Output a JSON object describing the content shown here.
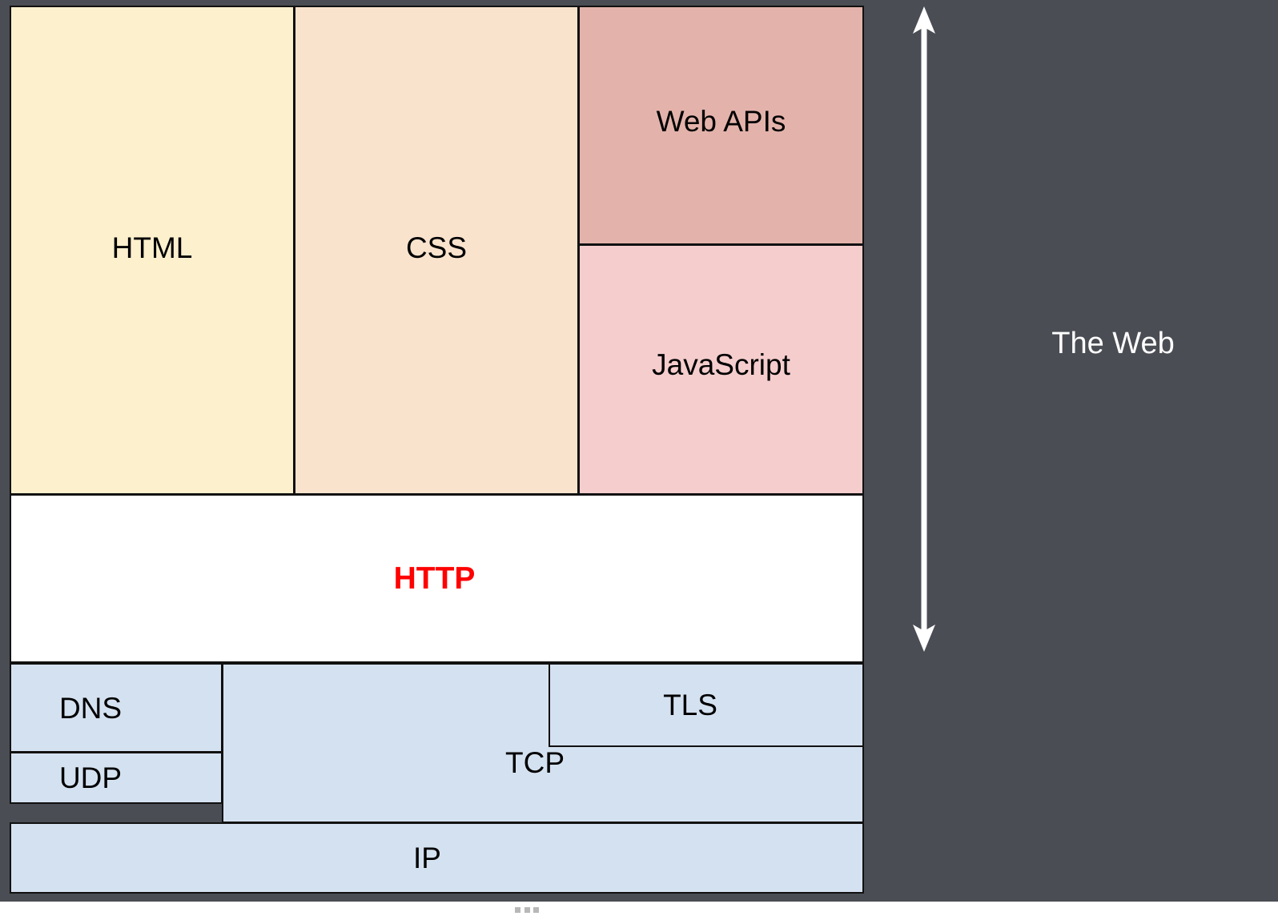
{
  "canvas": {
    "background_color": "#4a4d54",
    "page_background_color": "#ffffff"
  },
  "diagram": {
    "title_label": "The Web",
    "layers": [
      {
        "name": "presentation-layer",
        "boxes": [
          {
            "id": "html",
            "label": "HTML",
            "fill": "#FCF0CD",
            "text_color": "#000000"
          },
          {
            "id": "css",
            "label": "CSS",
            "fill": "#FAE3CD",
            "text_color": "#000000"
          },
          {
            "id": "webapis",
            "label": "Web APIs",
            "fill": "#E3B3AB",
            "text_color": "#000000"
          },
          {
            "id": "js",
            "label": "JavaScript",
            "fill": "#F5CDCD",
            "text_color": "#000000"
          }
        ]
      },
      {
        "name": "protocol-layer",
        "boxes": [
          {
            "id": "http",
            "label": "HTTP",
            "fill": "#FFFFFF",
            "text_color": "#FF0000",
            "bold": true
          }
        ]
      },
      {
        "name": "transport-network-layer",
        "boxes": [
          {
            "id": "dns",
            "label": "DNS",
            "fill": "#D4E1F0",
            "text_color": "#000000"
          },
          {
            "id": "udp",
            "label": "UDP",
            "fill": "#D4E1F0",
            "text_color": "#000000"
          },
          {
            "id": "tcp",
            "label": "TCP",
            "fill": "#D4E1F0",
            "text_color": "#000000"
          },
          {
            "id": "tls",
            "label": "TLS",
            "fill": "#D4E1F0",
            "text_color": "#000000"
          },
          {
            "id": "ip",
            "label": "IP",
            "fill": "#D4E1F0",
            "text_color": "#000000"
          }
        ]
      }
    ],
    "scope_arrow": {
      "icon": "double-headed-vertical-arrow-icon",
      "color": "#ffffff",
      "spans_label": "The Web"
    },
    "border_color": "#111111"
  },
  "resize_handle": {
    "icon": "resize-grip-dots-icon",
    "dot_color": "#b8b8b8",
    "dot_count": 3
  }
}
